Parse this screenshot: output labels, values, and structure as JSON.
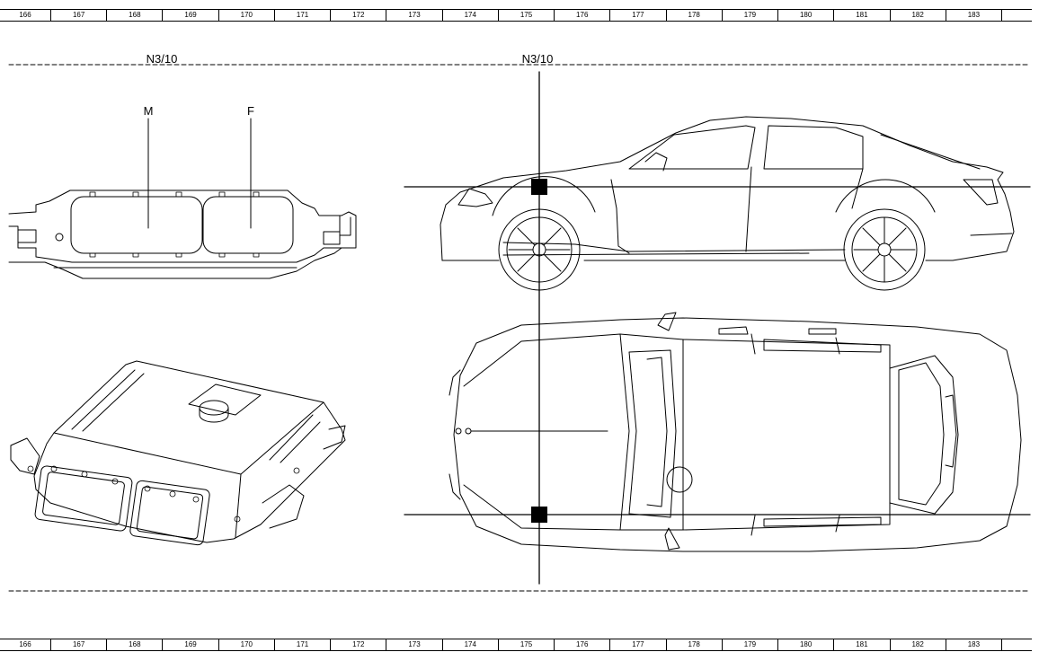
{
  "ruler": {
    "columns": [
      "166",
      "167",
      "168",
      "169",
      "170",
      "171",
      "172",
      "173",
      "174",
      "175",
      "176",
      "177",
      "178",
      "179",
      "180",
      "181",
      "182",
      "183",
      ""
    ]
  },
  "labels": {
    "component_left": "N3/10",
    "component_right": "N3/10",
    "connector_m": "M",
    "connector_f": "F"
  },
  "colors": {
    "line": "#000000",
    "background": "#ffffff",
    "locator": "#000000"
  }
}
